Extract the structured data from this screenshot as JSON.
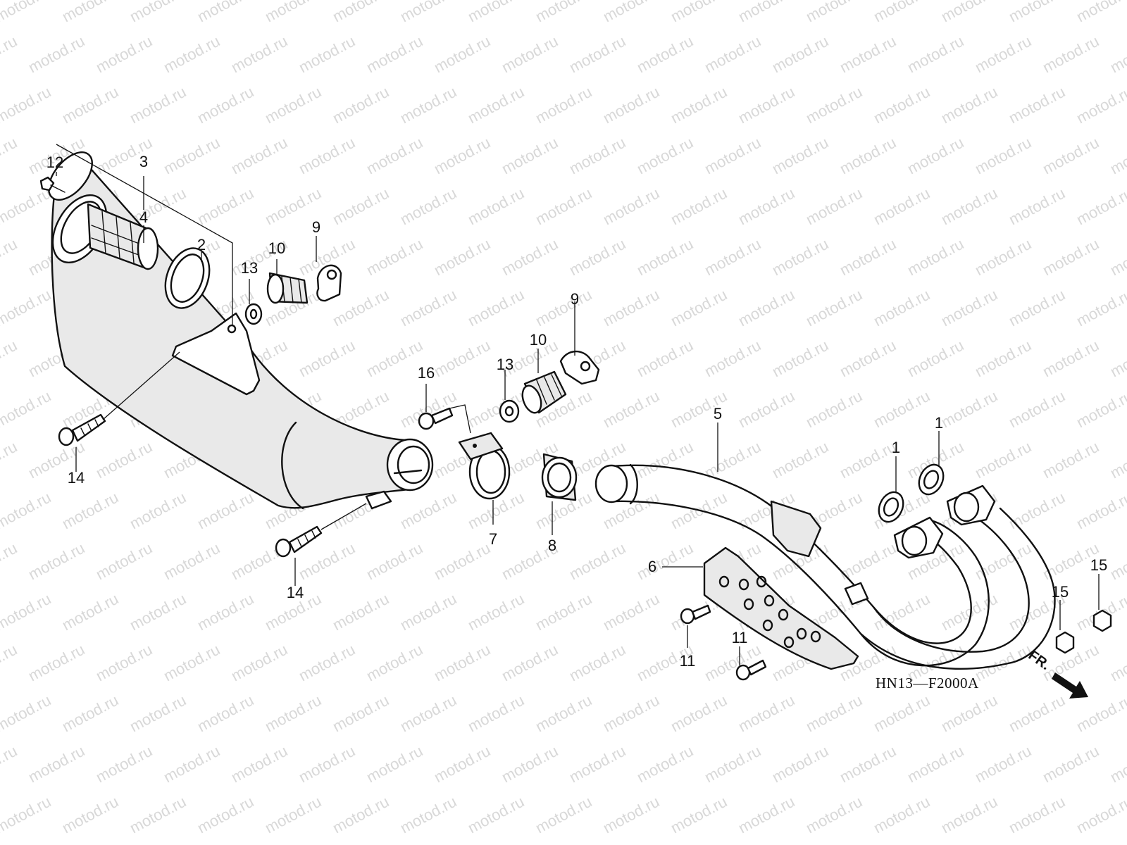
{
  "watermark": "motod.ru",
  "diagram_code": "HN13—F2000A",
  "front_indicator": "FR.",
  "callouts": [
    "1",
    "1",
    "2",
    "3",
    "4",
    "5",
    "6",
    "7",
    "8",
    "9",
    "9",
    "10",
    "10",
    "11",
    "11",
    "12",
    "13",
    "13",
    "14",
    "14",
    "15",
    "15",
    "16"
  ]
}
